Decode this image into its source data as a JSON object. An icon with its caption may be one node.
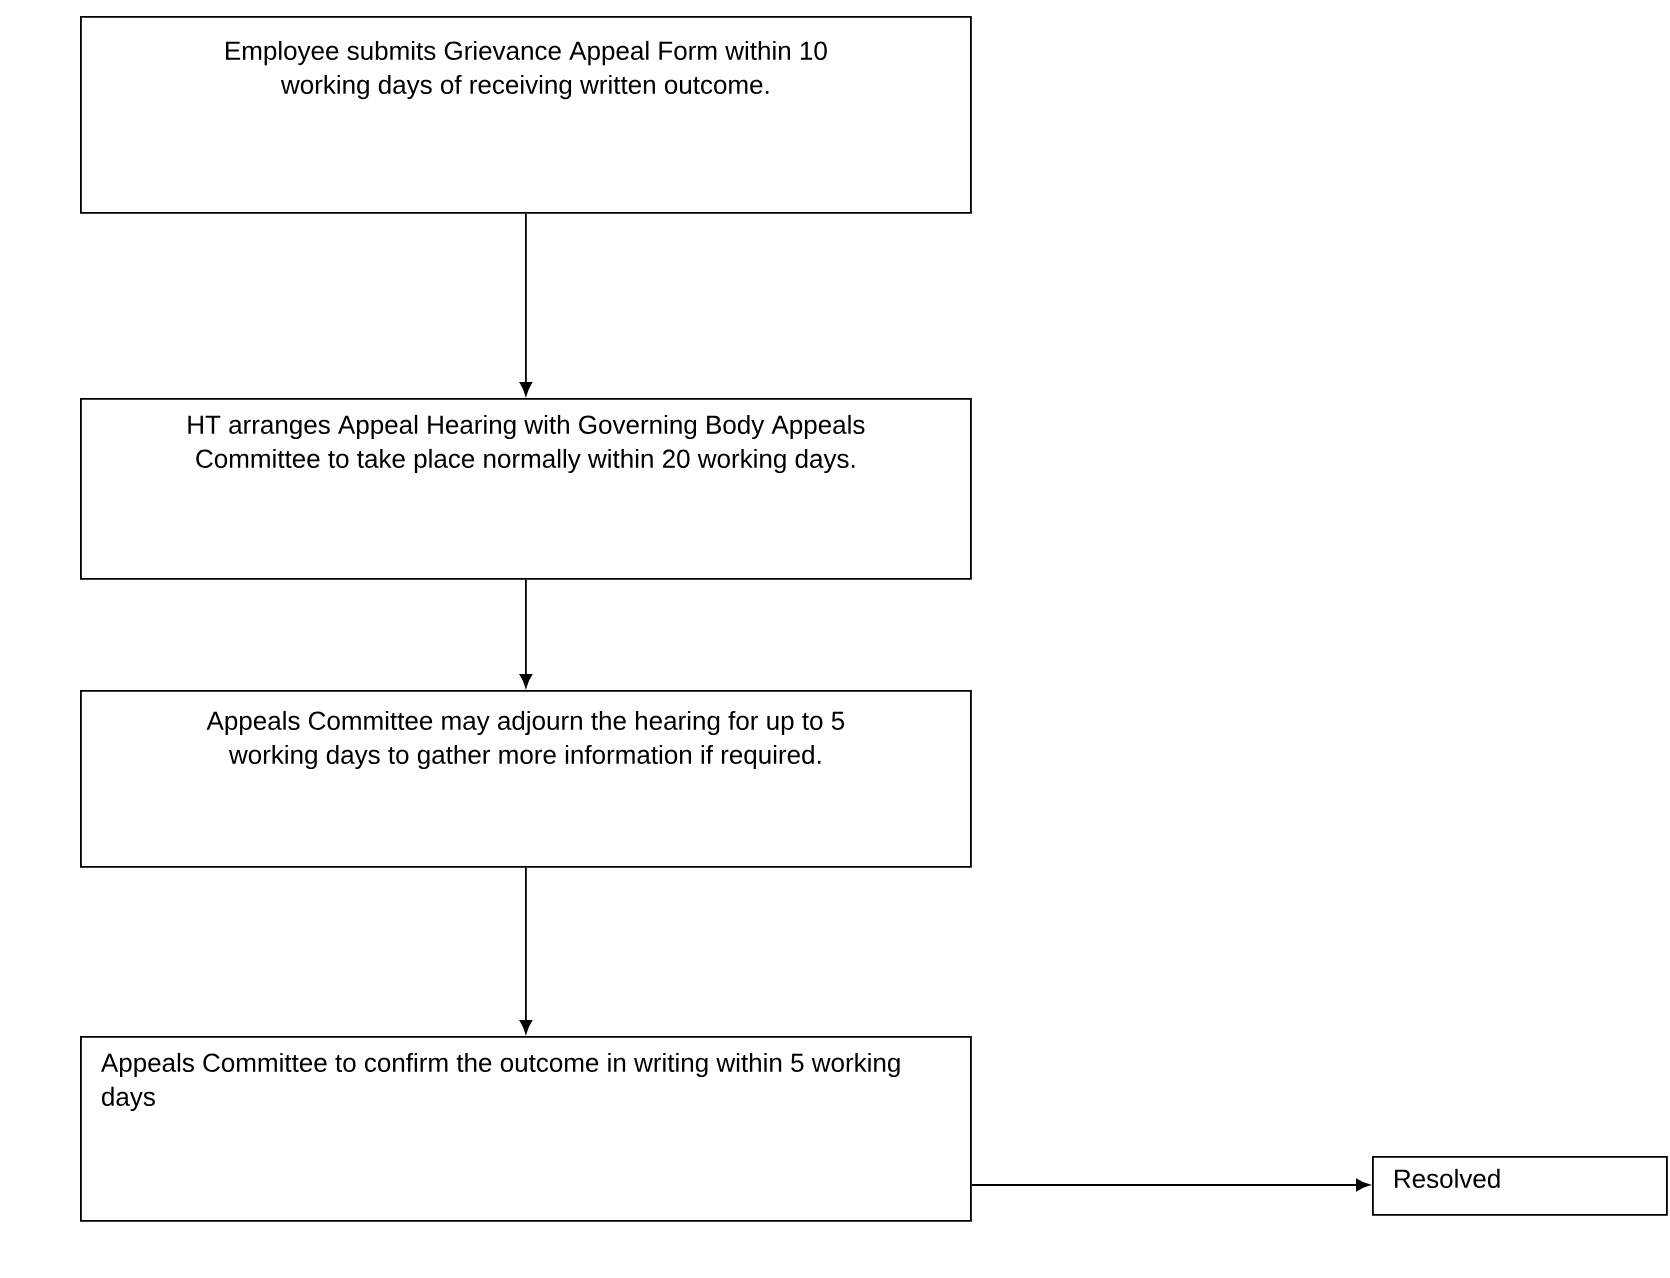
{
  "diagram": {
    "nodes": [
      {
        "text": [
          "Employee submits Grievance Appeal Form within 10 working days of receiving written outcome."
        ]
      },
      {
        "text": [
          "HT arranges Appeal Hearing with Governing Body Appeals Committee to take place normally within 20 working days."
        ]
      },
      {
        "text": [
          "Appeals Committee may adjourn the hearing for up to 5 working days to gather more information if required."
        ]
      },
      {
        "text": [
          "Appeals Committee to confirm the outcome in writing within 5 working days"
        ]
      },
      {
        "text": [
          "Resolved"
        ]
      }
    ],
    "edges": [
      {
        "from": 0,
        "to": 1,
        "arrow": "to"
      },
      {
        "from": 1,
        "to": 2,
        "arrow": "to"
      },
      {
        "from": 2,
        "to": 3,
        "arrow": "to"
      },
      {
        "from": 3,
        "to": 4,
        "arrow": "to"
      }
    ]
  }
}
